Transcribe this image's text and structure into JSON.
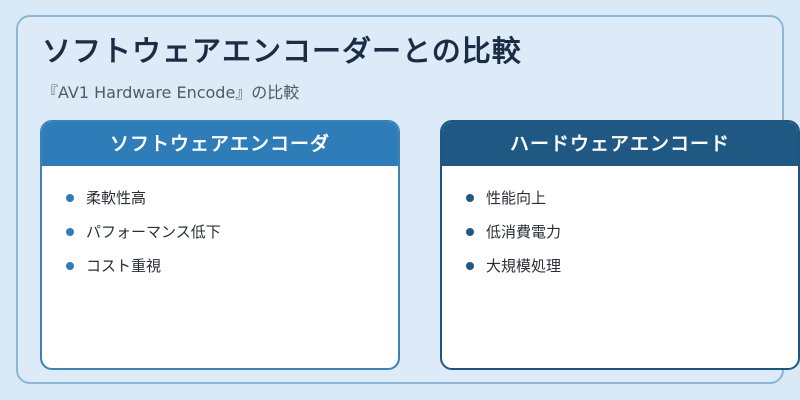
{
  "title": "ソフトウェアエンコーダーとの比較",
  "subtitle": "『AV1 Hardware Encode』の比較",
  "colors": {
    "background": "#d9eaf6",
    "software_accent": "#2f7db8",
    "hardware_accent": "#1f5882"
  },
  "software": {
    "header": "ソフトウェアエンコーダ",
    "items": [
      "柔軟性高",
      "パフォーマンス低下",
      "コスト重視"
    ]
  },
  "hardware": {
    "header": "ハードウェアエンコード",
    "items": [
      "性能向上",
      "低消費電力",
      "大規模処理"
    ]
  }
}
